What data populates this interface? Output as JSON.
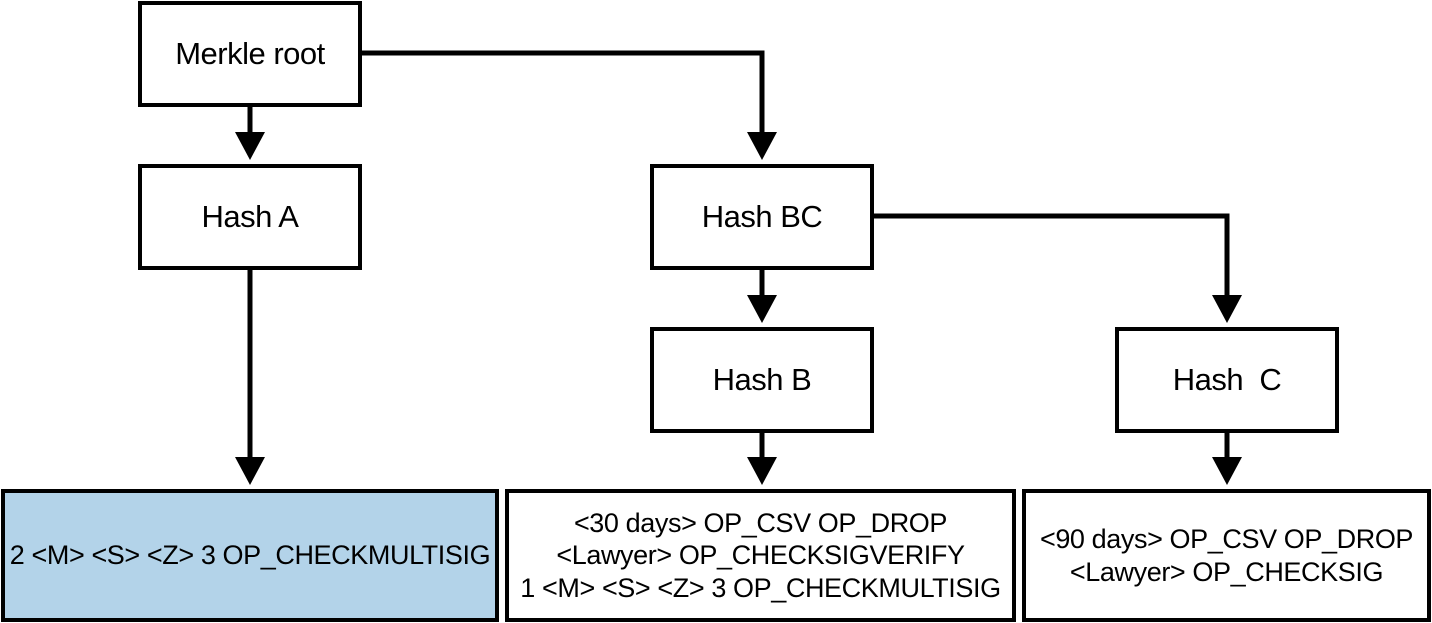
{
  "diagram": {
    "nodes": {
      "root": "Merkle root",
      "hash_a": "Hash A",
      "hash_bc": "Hash BC",
      "hash_b": "Hash B",
      "hash_c": "Hash  C"
    },
    "leaves": {
      "a": [
        "2 <M> <S> <Z> 3 OP_CHECKMULTISIG"
      ],
      "b": [
        "<30 days> OP_CSV OP_DROP",
        "<Lawyer> OP_CHECKSIGVERIFY",
        "1 <M> <S> <Z> 3 OP_CHECKMULTISIG"
      ],
      "c": [
        "<90 days> OP_CSV OP_DROP",
        "<Lawyer> OP_CHECKSIG"
      ]
    },
    "colors": {
      "highlight_fill": "#b3d3e9",
      "stroke": "#000000",
      "background": "#ffffff"
    }
  }
}
